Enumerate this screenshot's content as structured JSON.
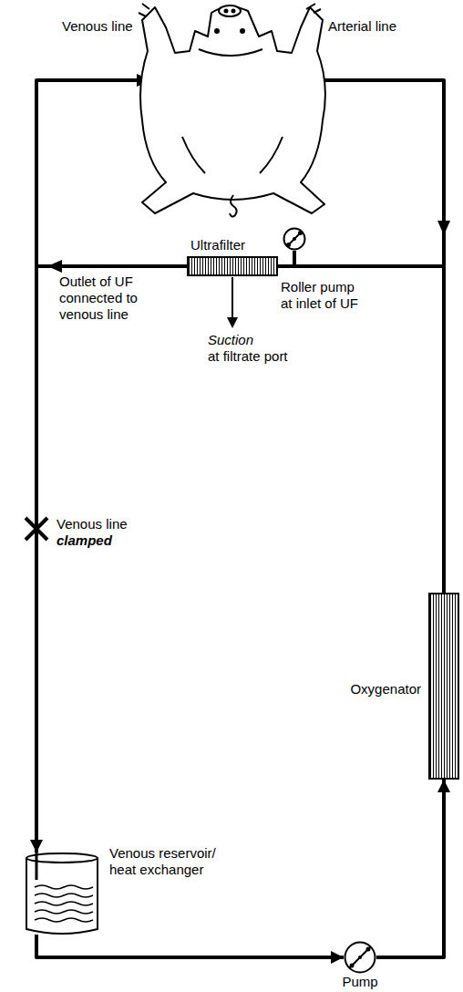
{
  "diagram": {
    "nodes": [
      {
        "text": [
          "Ultrafilter"
        ]
      },
      {
        "text": [
          "Roller pump at inlet of UF"
        ]
      },
      {
        "text": [
          "Oxygenator"
        ]
      },
      {
        "text": [
          "Venous reservoir/ heat exchanger"
        ]
      },
      {
        "text": [
          "Pump"
        ]
      }
    ],
    "edges": [
      {
        "from": 0,
        "to": 3,
        "arrow": "to"
      },
      {
        "from": 3,
        "to": 4,
        "arrow": "to"
      },
      {
        "from": 4,
        "to": 2,
        "arrow": "to"
      },
      {
        "from": 2,
        "to": 1,
        "arrow": "none"
      },
      {
        "from": 1,
        "to": 0,
        "arrow": "none"
      }
    ],
    "labels": [
      "Venous line",
      "Arterial line",
      "Outlet of UF connected to venous line",
      "Suction",
      "at filtrate port",
      "Venous line",
      "clamped"
    ]
  }
}
